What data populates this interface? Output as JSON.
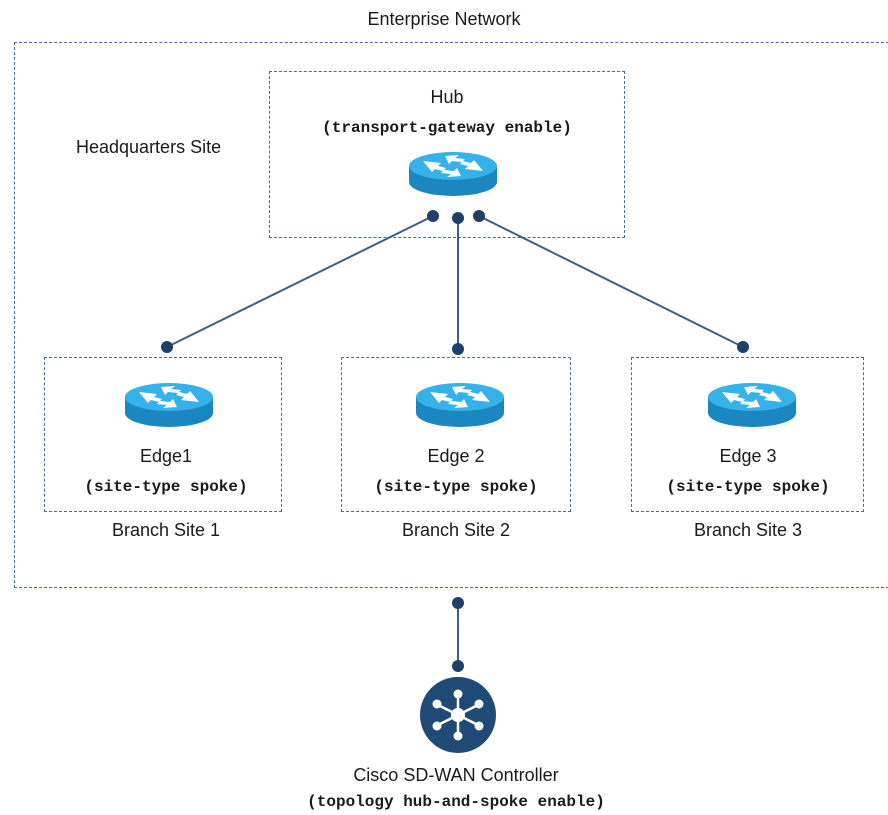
{
  "diagram": {
    "enterprise_label": "Enterprise Network",
    "hq_label": "Headquarters Site",
    "hub": {
      "title": "Hub",
      "config": "(transport-gateway enable)",
      "icon": "router-icon"
    },
    "edges": [
      {
        "title": "Edge1",
        "config": "(site-type spoke)",
        "site": "Branch Site 1",
        "icon": "router-icon"
      },
      {
        "title": "Edge 2",
        "config": "(site-type spoke)",
        "site": "Branch Site 2",
        "icon": "router-icon"
      },
      {
        "title": "Edge 3",
        "config": "(site-type spoke)",
        "site": "Branch Site 3",
        "icon": "router-icon"
      }
    ],
    "controller": {
      "title": "Cisco SD-WAN Controller",
      "config": "(topology hub-and-spoke enable)",
      "icon": "controller-icon"
    },
    "colors": {
      "border": "#4a6d92",
      "link": "#3f5f82",
      "dot": "#1f3f66",
      "router_top": "#2aa3dd",
      "router_side": "#1b86c0",
      "controller": "#1f4a75"
    }
  }
}
